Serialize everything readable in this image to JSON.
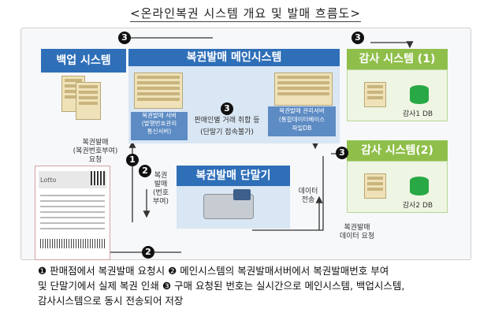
{
  "title": "<온라인복권 시스템 개요 및 발매 흐름도>",
  "backup": {
    "header": "백업 시스템"
  },
  "main": {
    "header": "복권발매 메인시스템",
    "left_db_label": "복권발매 서버\n(발행번호관리\n통신서버)",
    "right_db_label": "복권발매 관리서버\n(통합데이터베이스\n파일DB",
    "cancel_label": "판매인별 거래 취합 등",
    "cancel_sub": "(단말기 접속불가)"
  },
  "audit1": {
    "header": "감사 시스템 (1)",
    "db_label": "감사1 DB"
  },
  "audit2": {
    "header": "감사 시스템(2)",
    "db_label": "감사2 DB"
  },
  "terminal": {
    "header": "복권발매 단말기"
  },
  "labels": {
    "request_issue": "복권발매\n(복권번호부여)\n요청",
    "issue_number": "복권\n발매\n(번호\n부여)",
    "data_send": "데이터\n전송",
    "data_request": "복권발매\n데이터 요청"
  },
  "ticket": {
    "brand": "Lotto"
  },
  "badges": {
    "one": "1",
    "two": "2",
    "three": "3"
  },
  "caption": {
    "line1": "❶ 판매점에서 복권발매 요청시 ❷ 메인시스템의 복권발매서버에서 복권발매번호 부여",
    "line2": "및 단말기에서 실제 복권 인쇄 ❸ 구매 요청된 번호는 실시간으로 메인시스템, 백업시스템,",
    "line3": "감사시스템으로 동시 전송되어 저장"
  },
  "colors": {
    "blue": "#2f6fb8",
    "green": "#8fbf4a",
    "db_green": "#29a846"
  }
}
